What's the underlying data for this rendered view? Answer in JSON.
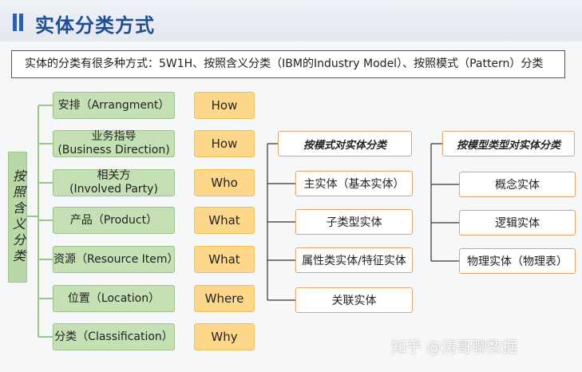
{
  "title": "实体分类方式",
  "intro": "实体的分类有很多种方式：5W1H、按照含义分类（IBM的Industry Model）、按照模式（Pattern）分类",
  "side_label": "按照含义分类",
  "categories": [
    {
      "label": "安排（Arrangment）",
      "wh": "How"
    },
    {
      "label": "业务指导\n(Business Direction)",
      "wh": "How"
    },
    {
      "label": "相关方\n(Involved Party)",
      "wh": "Who"
    },
    {
      "label": "产品（Product）",
      "wh": "What"
    },
    {
      "label": "资源（Resource Item）",
      "wh": "What"
    },
    {
      "label": "位置（Location）",
      "wh": "Where"
    },
    {
      "label": "分类（Classification）",
      "wh": "Why"
    }
  ],
  "pattern": {
    "header": "按模式对实体分类",
    "items": [
      "主实体（基本实体）",
      "子类型实体",
      "属性类实体/特征实体",
      "关联实体"
    ]
  },
  "model_type": {
    "header": "按模型类型对实体分类",
    "items": [
      "概念实体",
      "逻辑实体",
      "物理实体（物理表）"
    ]
  },
  "watermark": "知乎 @涛哥聊数据"
}
